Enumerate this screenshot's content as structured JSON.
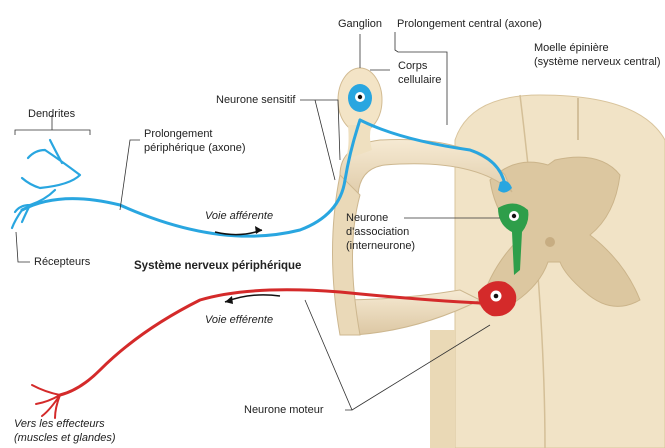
{
  "labels": {
    "ganglion": "Ganglion",
    "central_process": "Prolongement central (axone)",
    "spinal_cord_1": "Moelle épinière",
    "spinal_cord_2": "(système nerveux central)",
    "cell_body_1": "Corps",
    "cell_body_2": "cellulaire",
    "sensory_neuron": "Neurone sensitif",
    "dendrites": "Dendrites",
    "peripheral_process_1": "Prolongement",
    "peripheral_process_2": "périphérique (axone)",
    "afferent": "Voie afférente",
    "interneuron_1": "Neurone",
    "interneuron_2": "d'association",
    "interneuron_3": "(interneurone)",
    "receptors": "Récepteurs",
    "pns": "Système nerveux périphérique",
    "efferent": "Voie efférente",
    "motor_neuron": "Neurone moteur",
    "effectors_1": "Vers les effecteurs",
    "effectors_2": "(muscles et glandes)"
  },
  "colors": {
    "sensory": "#29a6e0",
    "interneuron": "#2e9e4a",
    "motor": "#d42a2a",
    "tissue": "#f3e6cc",
    "tissue_shade": "#e2cfa9",
    "grey_matter": "#dcc7a0"
  }
}
